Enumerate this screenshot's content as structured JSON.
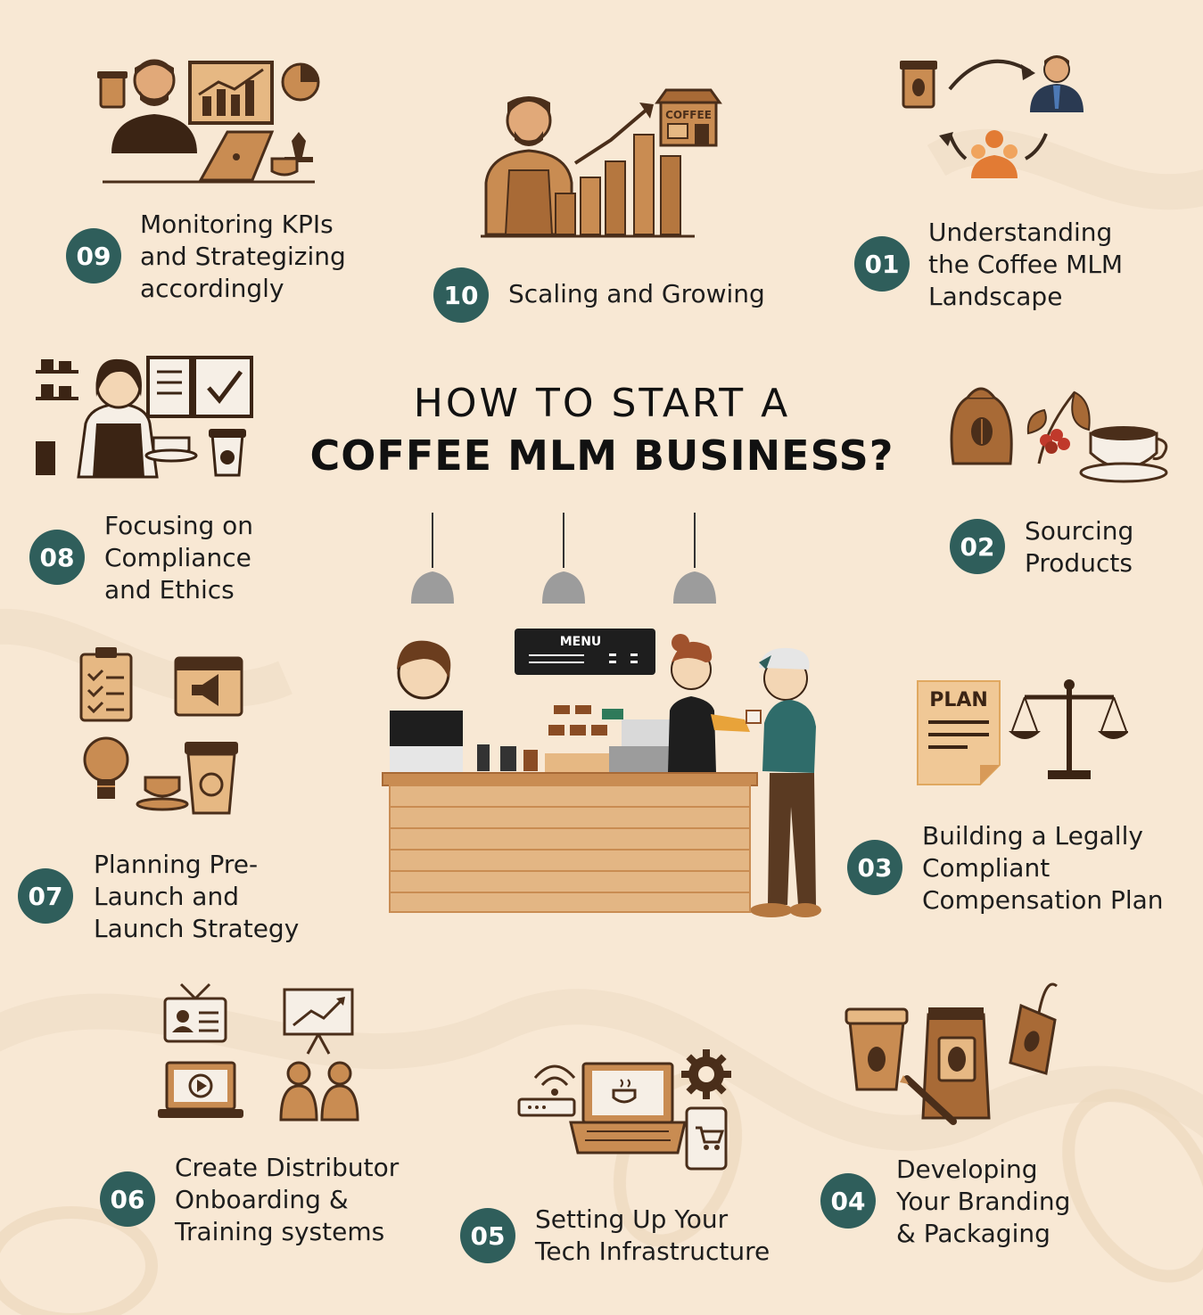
{
  "title": {
    "line1": "HOW TO START A",
    "line2": "COFFEE MLM BUSINESS?"
  },
  "steps": [
    {
      "number": "01",
      "lines": [
        "Understanding",
        "the Coffee MLM",
        "Landscape"
      ]
    },
    {
      "number": "02",
      "lines": [
        "Sourcing",
        "Products"
      ]
    },
    {
      "number": "03",
      "lines": [
        "Building a Legally",
        "Compliant",
        "Compensation Plan"
      ]
    },
    {
      "number": "04",
      "lines": [
        "Developing",
        "Your Branding",
        "& Packaging"
      ]
    },
    {
      "number": "05",
      "lines": [
        "Setting Up Your",
        "Tech Infrastructure"
      ]
    },
    {
      "number": "06",
      "lines": [
        "Create Distributor",
        "Onboarding &",
        "Training systems"
      ]
    },
    {
      "number": "07",
      "lines": [
        "Planning Pre-",
        "Launch and",
        "Launch Strategy"
      ]
    },
    {
      "number": "08",
      "lines": [
        "Focusing on",
        "Compliance",
        "and Ethics"
      ]
    },
    {
      "number": "09",
      "lines": [
        "Monitoring KPIs",
        "and Strategizing",
        "accordingly"
      ]
    },
    {
      "number": "10",
      "lines": [
        "Scaling and Growing"
      ]
    }
  ],
  "illustration_text": {
    "coffee_shop_sign": "COFFEE",
    "menu_board": "MENU",
    "plan_doc": "PLAN"
  },
  "colors": {
    "badge": "#2f5e5b",
    "background": "#f8e8d4",
    "brown": "#5a3a22",
    "tan": "#c98c52",
    "light_brown": "#b5773f"
  },
  "icons": [
    "coffee-cup-icon",
    "people-cycle-icon",
    "coffee-bag-icon",
    "coffee-plant-icon",
    "plan-document-icon",
    "scales-icon",
    "branding-tag-icon",
    "router-icon",
    "laptop-icon",
    "gear-icon",
    "phone-cart-icon",
    "id-card-icon",
    "presentation-icon",
    "video-laptop-icon",
    "team-icon",
    "checklist-icon",
    "calendar-megaphone-icon",
    "lightbulb-icon",
    "barista-icon",
    "analyst-icon",
    "growth-chart-icon"
  ]
}
